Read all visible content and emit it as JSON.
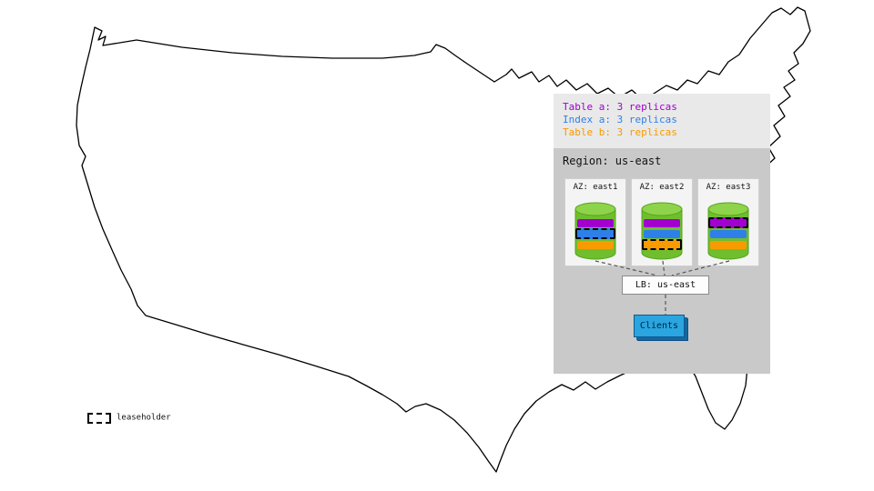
{
  "colors": {
    "table-a": "#a100cf",
    "index-a": "#2f7fe8",
    "table-b": "#f79b00",
    "cyl-body": "#6fbe2e",
    "cyl-top": "#8ed44a",
    "clients-fill": "#2aa5e0",
    "clients-shadow": "#14679e"
  },
  "legend": {
    "items": [
      {
        "label": "Table a: 3 replicas",
        "color": "#a100cf"
      },
      {
        "label": "Index a: 3 replicas",
        "color": "#2f7fe8"
      },
      {
        "label": "Table b: 3 replicas",
        "color": "#f79b00"
      }
    ]
  },
  "region": {
    "label": "Region: us-east",
    "azs": [
      {
        "label": "AZ: east1",
        "replicas": [
          {
            "name": "Table a",
            "leaseholder": false
          },
          {
            "name": "Index a",
            "leaseholder": true
          },
          {
            "name": "Table b",
            "leaseholder": false
          }
        ]
      },
      {
        "label": "AZ: east2",
        "replicas": [
          {
            "name": "Table a",
            "leaseholder": false
          },
          {
            "name": "Index a",
            "leaseholder": false
          },
          {
            "name": "Table b",
            "leaseholder": true
          }
        ]
      },
      {
        "label": "AZ: east3",
        "replicas": [
          {
            "name": "Table a",
            "leaseholder": true
          },
          {
            "name": "Index a",
            "leaseholder": false
          },
          {
            "name": "Table b",
            "leaseholder": false
          }
        ]
      }
    ]
  },
  "lb": {
    "label": "LB: us-east"
  },
  "clients": {
    "label": "Clients"
  },
  "map_legend": {
    "leaseholder_label": "leaseholder"
  }
}
